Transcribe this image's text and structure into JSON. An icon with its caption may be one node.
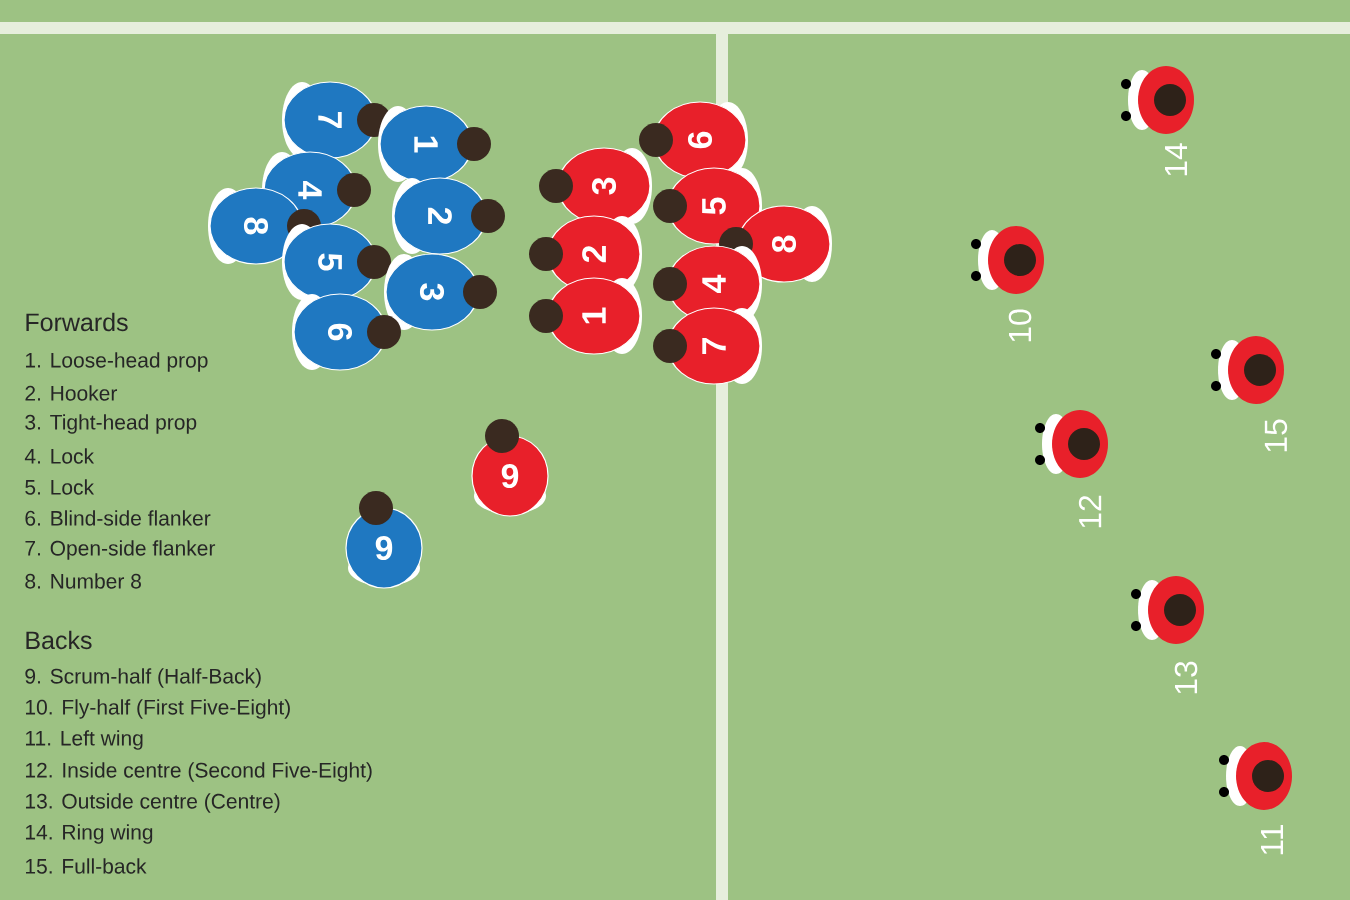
{
  "diagram": {
    "nodes": [
      {
        "text": [
          "7"
        ]
      },
      {
        "text": [
          "1"
        ]
      },
      {
        "text": [
          "4"
        ]
      },
      {
        "text": [
          "2"
        ]
      },
      {
        "text": [
          "8"
        ]
      },
      {
        "text": [
          "5"
        ]
      },
      {
        "text": [
          "3"
        ]
      },
      {
        "text": [
          "6"
        ]
      },
      {
        "text": [
          "9"
        ]
      },
      {
        "text": [
          "6"
        ]
      },
      {
        "text": [
          "3"
        ]
      },
      {
        "text": [
          "5"
        ]
      },
      {
        "text": [
          "2"
        ]
      },
      {
        "text": [
          "8"
        ]
      },
      {
        "text": [
          "4"
        ]
      },
      {
        "text": [
          "1"
        ]
      },
      {
        "text": [
          "7"
        ]
      },
      {
        "text": [
          "9"
        ]
      },
      {
        "text": [],
        "shape": "person",
        "beside": [
          "14"
        ]
      },
      {
        "text": [],
        "shape": "person",
        "beside": [
          "10"
        ]
      },
      {
        "text": [],
        "shape": "person",
        "beside": [
          "15"
        ]
      },
      {
        "text": [],
        "shape": "person",
        "beside": [
          "12"
        ]
      },
      {
        "text": [],
        "shape": "person",
        "beside": [
          "13"
        ]
      },
      {
        "text": [],
        "shape": "person",
        "beside": [
          "11"
        ]
      }
    ],
    "labels": [
      "Forwards",
      "1. Loose-head prop",
      "2. Hooker",
      "3. Tight-head prop",
      "4. Lock",
      "5. Lock",
      "6. Blind-side flanker",
      "7. Open-side flanker",
      "8. Number 8",
      "Backs",
      "9. Scrum-half (Half-Back)",
      "10. Fly-half (First Five-Eight)",
      "11. Left wing",
      "12. Inside centre (Second Five-Eight)",
      "13. Outside centre (Centre)",
      "14. Ring wing",
      "15. Full-back"
    ]
  }
}
